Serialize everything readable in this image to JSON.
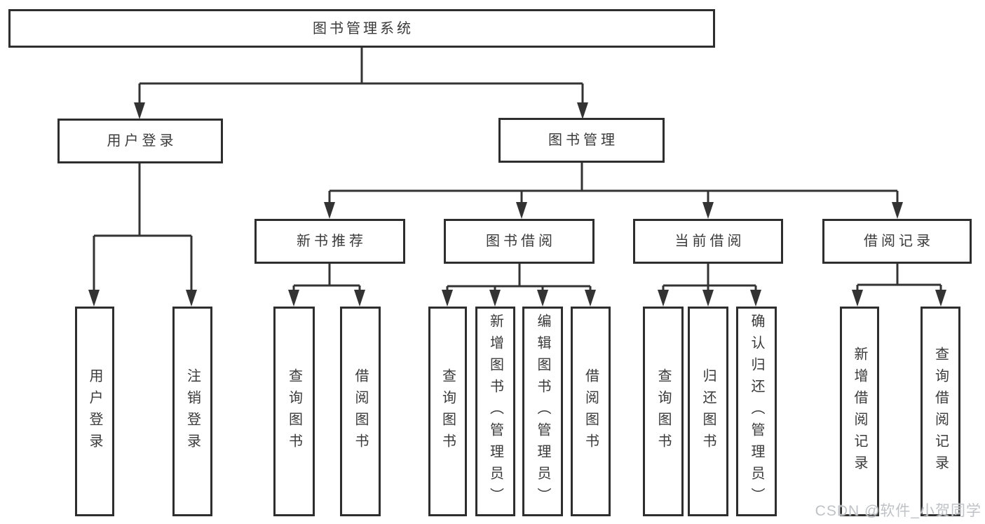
{
  "tree": {
    "label": "图书管理系统",
    "children": [
      {
        "label": "用户登录",
        "children": [
          {
            "label": "用户登录"
          },
          {
            "label": "注销登录"
          }
        ]
      },
      {
        "label": "图书管理",
        "children": [
          {
            "label": "新书推荐",
            "children": [
              {
                "label": "查询图书"
              },
              {
                "label": "借阅图书"
              }
            ]
          },
          {
            "label": "图书借阅",
            "children": [
              {
                "label": "查询图书"
              },
              {
                "label": "新增图书（管理员）"
              },
              {
                "label": "编辑图书（管理员）"
              },
              {
                "label": "借阅图书"
              }
            ]
          },
          {
            "label": "当前借阅",
            "children": [
              {
                "label": "查询图书"
              },
              {
                "label": "归还图书"
              },
              {
                "label": "确认归还（管理员）"
              }
            ]
          },
          {
            "label": "借阅记录",
            "children": [
              {
                "label": "新增借阅记录"
              },
              {
                "label": "查询借阅记录"
              }
            ]
          }
        ]
      }
    ]
  },
  "watermark": {
    "text": "CSDN @软件_小贺同学"
  },
  "colors": {
    "line": "#333333",
    "box_border": "#2e2e2e",
    "text": "#3a3a3a",
    "watermark": "#bfc2c6",
    "background": "#ffffff"
  }
}
